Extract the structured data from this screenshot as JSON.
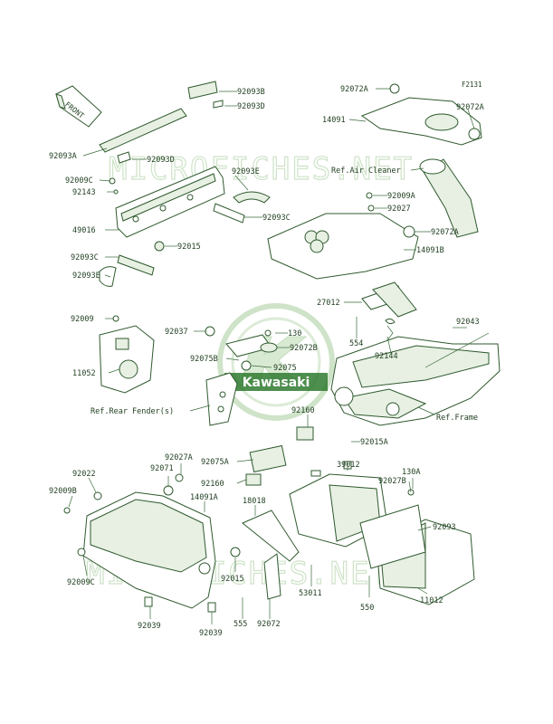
{
  "diagram": {
    "code": "F2131",
    "front_label": "FRONT",
    "watermark_text": "MICROFICHES.NET",
    "logo_text": "Kawasaki",
    "accent_color": "#2f5a2f",
    "labels": {
      "p92093B": "92093B",
      "p92093D_a": "92093D",
      "p92093A": "92093A",
      "p92093D_b": "92093D",
      "p92009C_a": "92009C",
      "p92143": "92143",
      "p92093E_a": "92093E",
      "p49016": "49016",
      "p92093C_a": "92093C",
      "p92015_a": "92015",
      "p92093C_b": "92093C",
      "p92093E_b": "92093E",
      "p92072A_a": "92072A",
      "p92072A_b": "92072A",
      "p14091": "14091",
      "ref_air_cleaner": "Ref.Air Cleaner",
      "p92009A": "92009A",
      "p92027": "92027",
      "p92072A_c": "92072A",
      "p14091B": "14091B",
      "p27012": "27012",
      "p554": "554",
      "p92144": "92144",
      "p92043": "92043",
      "p92009": "92009",
      "p11052": "11052",
      "p92037": "92037",
      "p130": "130",
      "p92072B": "92072B",
      "p92075B": "92075B",
      "p92075": "92075",
      "ref_rear_fender": "Ref.Rear Fender(s)",
      "ref_frame": "Ref.Frame",
      "p92160_a": "92160",
      "p92015A": "92015A",
      "p92027A": "92027A",
      "p92075A": "92075A",
      "p39012": "39012",
      "p92071": "92071",
      "p130A": "130A",
      "p92022": "92022",
      "p92160_b": "92160",
      "p92027B": "92027B",
      "p92009B": "92009B",
      "p14091A": "14091A",
      "p18018": "18018",
      "p92093": "92093",
      "p92009C_b": "92009C",
      "p92015_b": "92015",
      "p53011": "53011",
      "p550": "550",
      "p11012": "11012",
      "p92039_a": "92039",
      "p555": "555",
      "p92072": "92072",
      "p92039_b": "92039"
    }
  }
}
